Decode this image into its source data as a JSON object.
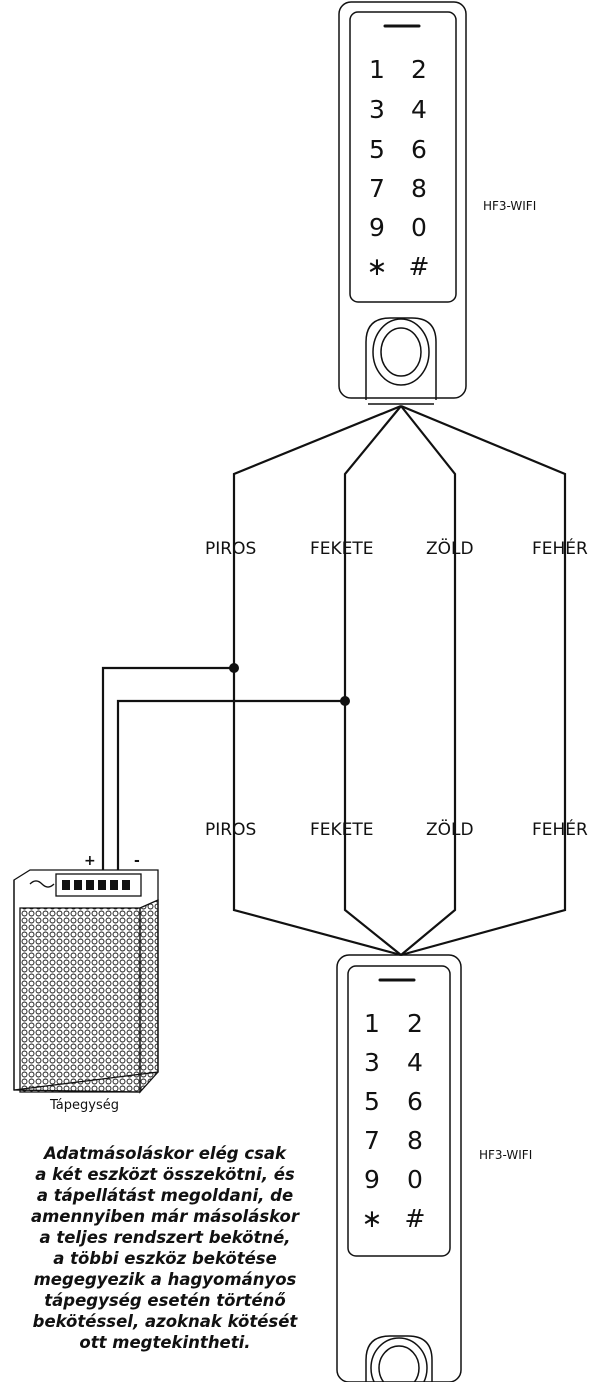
{
  "devices": {
    "top": {
      "model": "HF3-WIFI",
      "keys": [
        "1",
        "2",
        "3",
        "4",
        "5",
        "6",
        "7",
        "8",
        "9",
        "0",
        "∗",
        "#"
      ]
    },
    "bottom": {
      "model": "HF3-WIFI",
      "keys": [
        "1",
        "2",
        "3",
        "4",
        "5",
        "6",
        "7",
        "8",
        "9",
        "0",
        "∗",
        "#"
      ]
    }
  },
  "wires": {
    "upper": [
      "PIROS",
      "FEKETE",
      "ZÖLD",
      "FEHÉR"
    ],
    "lower": [
      "PIROS",
      "FEKETE",
      "ZÖLD",
      "FEHÉR"
    ]
  },
  "power_supply": {
    "label": "Tápegység",
    "plus": "+",
    "minus": "-"
  },
  "note": [
    "Adatmásoláskor elég csak",
    "a két eszközt összekötni, és",
    "a tápellátást megoldani, de",
    "amennyiben már másoláskor",
    "a teljes rendszert bekötné,",
    "a többi eszköz bekötése",
    "megegyezik a hagyományos",
    "tápegység esetén történő",
    "bekötéssel, azoknak kötését",
    "ott megtekintheti."
  ]
}
